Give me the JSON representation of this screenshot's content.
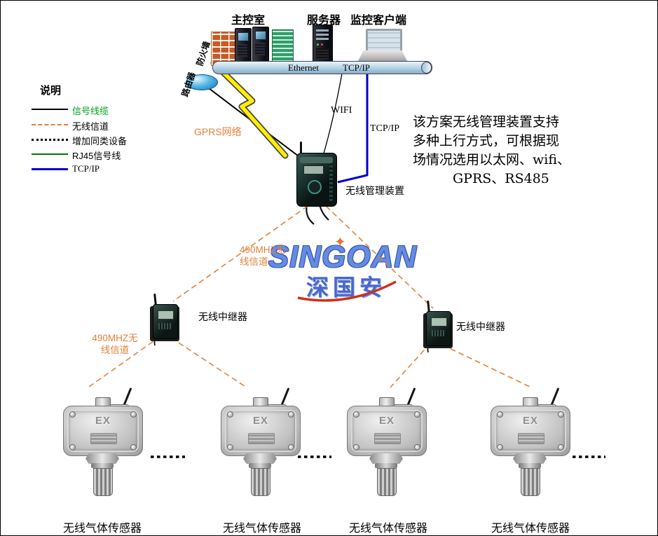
{
  "header": {
    "control_room": "主控室",
    "server": "服务器",
    "client": "监控客户端",
    "firewall": "防火墙",
    "router": "路由器",
    "ethernet": "Ethernet",
    "tcpip": "TCP/IP"
  },
  "legend": {
    "title": "说明",
    "items": [
      {
        "label": "信号线缆",
        "line": "solid-black"
      },
      {
        "label": "无线信道",
        "line": "dashed-orange"
      },
      {
        "label": "增加同类设备",
        "line": "dotted-black"
      },
      {
        "label": "RJ45信号线",
        "line": "solid-green"
      },
      {
        "label": "TCP/IP",
        "line": "solid-blue"
      }
    ]
  },
  "links": {
    "gprs": "GPRS网络",
    "wifi": "WIFI",
    "tcpip": "TCP/IP",
    "channel_line1": "490MHZ无",
    "channel_line2": "线信道"
  },
  "devices": {
    "manager": "无线管理装置",
    "repeater": "无线中继器",
    "sensor": "无线气体传感器",
    "ex_mark": "EX"
  },
  "note": {
    "line1": "该方案无线管理装置支持",
    "line2": "多种上行方式，可根据现",
    "line3": "场情况选用以太网、wifi、",
    "line4": "GPRS、RS485"
  },
  "watermark": {
    "brand": "SINGOAN",
    "brand_cn": "深国安",
    "star": "✦"
  },
  "colors": {
    "wireless_orange": "#e2813b",
    "tcpip_blue": "#0000cd",
    "rj45_green": "#007700",
    "signal_black": "#000000",
    "lightning_yellow": "#ffee00",
    "brand_blue": "#3a5cc8",
    "brick_orange": "#c85a28"
  }
}
